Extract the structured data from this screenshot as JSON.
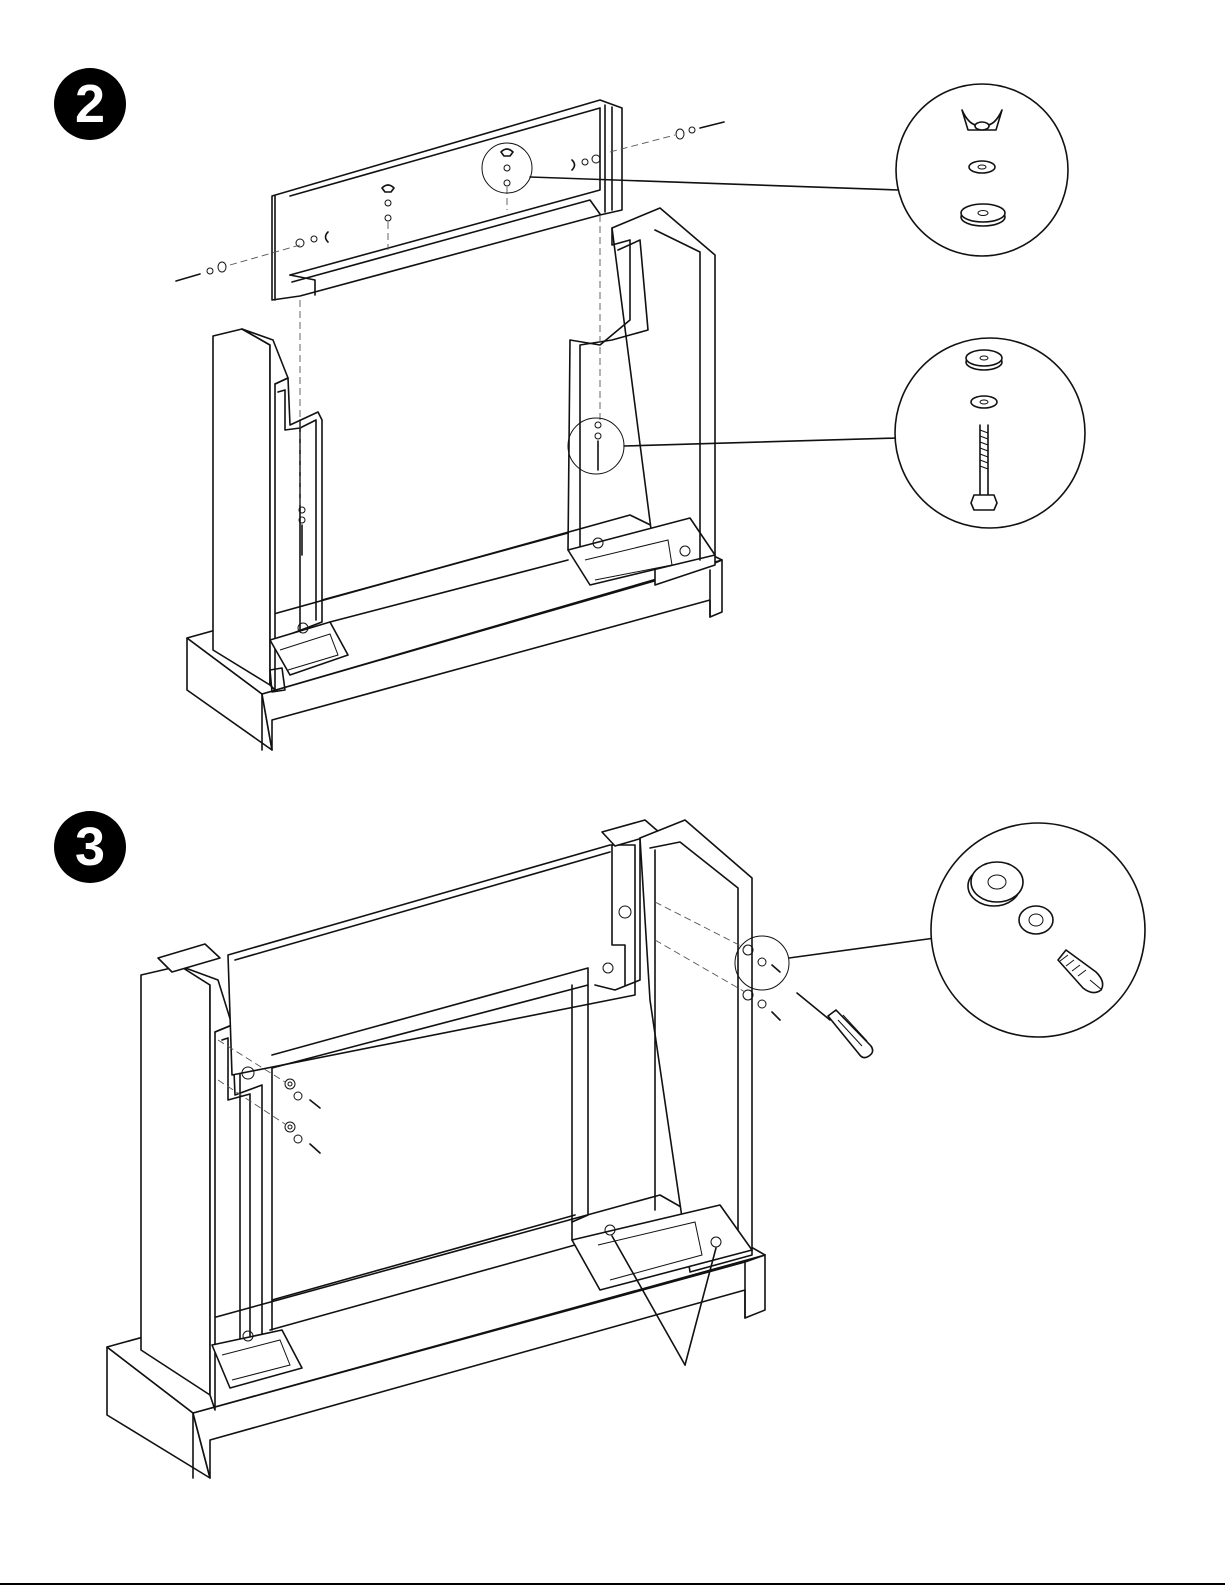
{
  "steps": [
    {
      "number": "2"
    },
    {
      "number": "3"
    }
  ],
  "callouts": [
    {
      "step": "2",
      "parts": [
        "wing-nut",
        "washer",
        "spacer"
      ]
    },
    {
      "step": "2",
      "parts": [
        "spacer",
        "washer",
        "bolt"
      ]
    },
    {
      "step": "3",
      "parts": [
        "spacer",
        "washer",
        "screw"
      ]
    }
  ],
  "tools": [
    "screwdriver"
  ],
  "colors": {
    "ink": "#111111",
    "badge": "#000000",
    "paper": "#ffffff"
  }
}
